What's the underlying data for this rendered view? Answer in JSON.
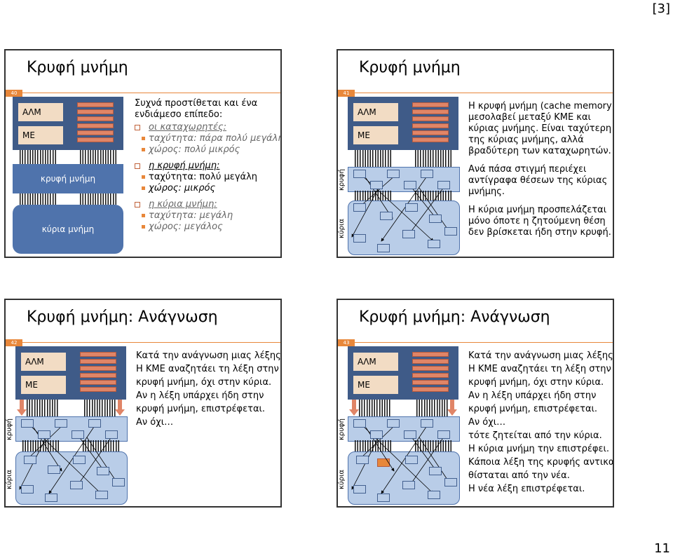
{
  "page": {
    "bracket_number": "[3]",
    "page_number": "11"
  },
  "slides": [
    {
      "number": "40",
      "title": "Κρυφή μνήμη",
      "alu": "ΑΛΜ",
      "cu": "ΜΕ",
      "cache_label": "κρυφή μνήμη",
      "main_label": "κύρια μνήμη",
      "intro": [
        "Συχνά προστίθεται και ένα",
        "ενδιάμεσο επίπεδο:"
      ],
      "bullets": [
        {
          "head": "οι καταχωρητές:",
          "lines": [
            "ταχύτητα: πάρα πολύ μεγάλη",
            "χώρος: πολύ μικρός"
          ]
        },
        {
          "head": "η κρυφή μνήμη:",
          "lines": [
            "ταχύτητα: πολύ μεγάλη",
            "χώρος: μικρός"
          ]
        },
        {
          "head": "η κύρια μνήμη:",
          "lines": [
            "ταχύτητα: μεγάλη",
            "χώρος: μεγάλος"
          ]
        }
      ]
    },
    {
      "number": "41",
      "title": "Κρυφή μνήμη",
      "alu": "ΑΛΜ",
      "cu": "ΜΕ",
      "side_cache": "κρυφή",
      "side_main": "κύρια",
      "p1": [
        "Η κρυφή μνήμη (cache memory)",
        "μεσολαβεί μεταξύ ΚΜΕ και",
        "κύριας μνήμης. Είναι ταχύτερη",
        "της κύριας μνήμης, αλλά",
        "βραδύτερη των καταχωρητών."
      ],
      "p2": [
        "Ανά πάσα στιγμή περιέχει",
        "αντίγραφα θέσεων της κύριας",
        "μνήμης."
      ],
      "p3": [
        "Η κύρια μνήμη προσπελάζεται",
        "μόνο όποτε η ζητούμενη θέση",
        "δεν βρίσκεται ήδη στην κρυφή."
      ]
    },
    {
      "number": "42",
      "title": "Κρυφή μνήμη: Ανάγνωση",
      "alu": "ΑΛΜ",
      "cu": "ΜΕ",
      "side_cache": "κρυφή",
      "side_main": "κύρια",
      "lines": [
        "Κατά την ανάγνωση μιας λέξης:",
        "Η ΚΜΕ αναζητάει τη λέξη στην",
        "κρυφή μνήμη, όχι στην κύρια.",
        "Αν η λέξη υπάρχει ήδη στην",
        "κρυφή μνήμη, επιστρέφεται.",
        "Αν όχι…"
      ]
    },
    {
      "number": "43",
      "title": "Κρυφή μνήμη: Ανάγνωση",
      "alu": "ΑΛΜ",
      "cu": "ΜΕ",
      "side_cache": "κρυφή",
      "side_main": "κύρια",
      "lines": [
        "Κατά την ανάγνωση μιας λέξης:",
        "Η ΚΜΕ αναζητάει τη λέξη στην",
        "κρυφή μνήμη, όχι στην κύρια.",
        "Αν η λέξη υπάρχει ήδη στην",
        "κρυφή μνήμη, επιστρέφεται.",
        "Αν όχι…",
        "τότε ζητείται από την κύρια.",
        "Η κύρια μνήμη την επιστρέφει.",
        "Κάποια λέξη της κρυφής αντικα-",
        "θίσταται από την νέα.",
        "Η νέα λέξη επιστρέφεται."
      ]
    }
  ]
}
